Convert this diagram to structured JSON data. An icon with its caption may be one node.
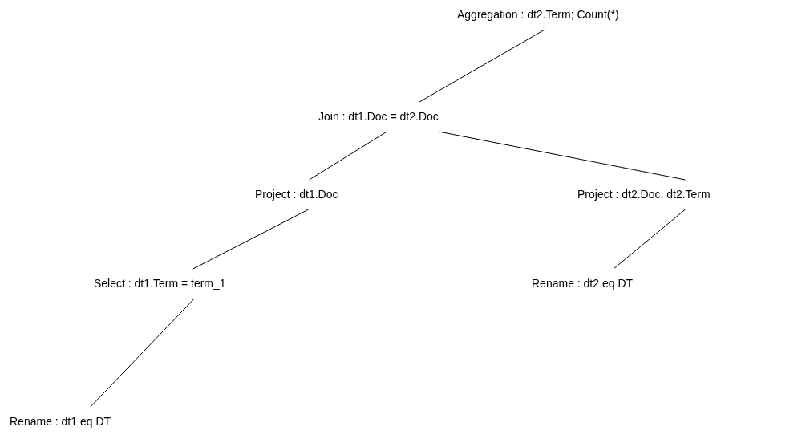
{
  "diagram": {
    "nodes": [
      {
        "text": [
          "Aggregation : dt2.Term; Count(*)"
        ]
      },
      {
        "text": [
          "Join : dt1.Doc = dt2.Doc"
        ]
      },
      {
        "text": [
          "Project : dt1.Doc"
        ]
      },
      {
        "text": [
          "Project : dt2.Doc, dt2.Term"
        ]
      },
      {
        "text": [
          "Select : dt1.Term = term_1"
        ]
      },
      {
        "text": [
          "Rename : dt2 eq DT"
        ]
      },
      {
        "text": [
          "Rename : dt1 eq DT"
        ]
      }
    ],
    "edges": [
      {
        "from": 0,
        "to": 1,
        "arrow": "none"
      },
      {
        "from": 1,
        "to": 2,
        "arrow": "none"
      },
      {
        "from": 1,
        "to": 3,
        "arrow": "none"
      },
      {
        "from": 2,
        "to": 4,
        "arrow": "none"
      },
      {
        "from": 3,
        "to": 5,
        "arrow": "none"
      },
      {
        "from": 4,
        "to": 6,
        "arrow": "none"
      }
    ]
  }
}
